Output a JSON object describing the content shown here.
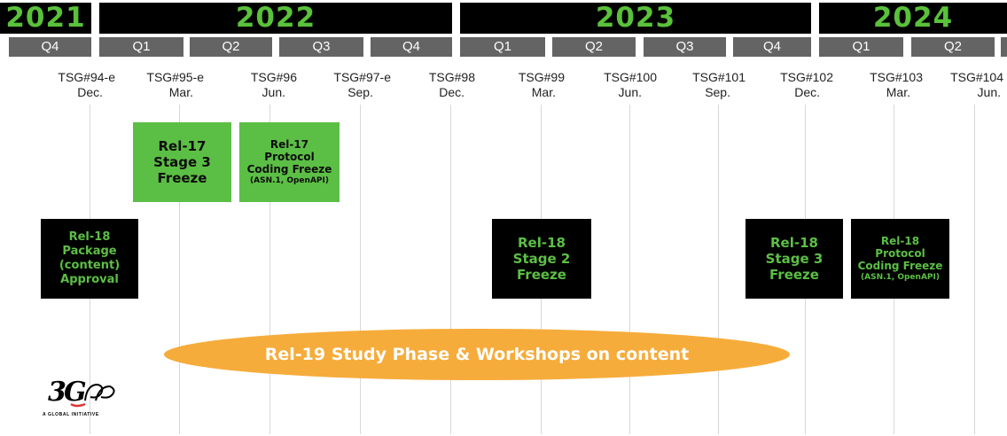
{
  "years": [
    "2021",
    "2022",
    "2023",
    "2024"
  ],
  "quarters": [
    "Q4",
    "Q1",
    "Q2",
    "Q3",
    "Q4",
    "Q1",
    "Q2",
    "Q3",
    "Q4",
    "Q1",
    "Q2"
  ],
  "meetings": [
    {
      "name": "TSG#94-e",
      "month": "Dec."
    },
    {
      "name": "TSG#95-e",
      "month": "Mar."
    },
    {
      "name": "TSG#96",
      "month": "Jun."
    },
    {
      "name": "TSG#97-e",
      "month": "Sep."
    },
    {
      "name": "TSG#98",
      "month": "Dec."
    },
    {
      "name": "TSG#99",
      "month": "Mar."
    },
    {
      "name": "TSG#100",
      "month": "Jun."
    },
    {
      "name": "TSG#101",
      "month": "Sep."
    },
    {
      "name": "TSG#102",
      "month": "Dec."
    },
    {
      "name": "TSG#103",
      "month": "Mar."
    },
    {
      "name": "TSG#104",
      "month": "Jun."
    }
  ],
  "milestones": {
    "rel17_stage3": "Rel-17\nStage 3\nFreeze",
    "rel17_protocol": {
      "title": "Rel-17\nProtocol\nCoding Freeze",
      "note": "(ASN.1, OpenAPI)"
    },
    "rel18_package": "Rel-18\nPackage\n(content)\nApproval",
    "rel18_stage2": "Rel-18\nStage 2\nFreeze",
    "rel18_stage3": "Rel-18\nStage 3\nFreeze",
    "rel18_protocol": {
      "title": "Rel-18\nProtocol\nCoding Freeze",
      "note": "(ASN.1, OpenAPI)"
    }
  },
  "study_phase": "Rel-19 Study Phase & Workshops on content",
  "logo": {
    "mark": "3GPP",
    "tagline": "A GLOBAL INITIATIVE"
  },
  "colors": {
    "green": "#5cbf45",
    "black": "#000000",
    "orange": "#f6ac3b",
    "quarter_bar": "#646464"
  }
}
